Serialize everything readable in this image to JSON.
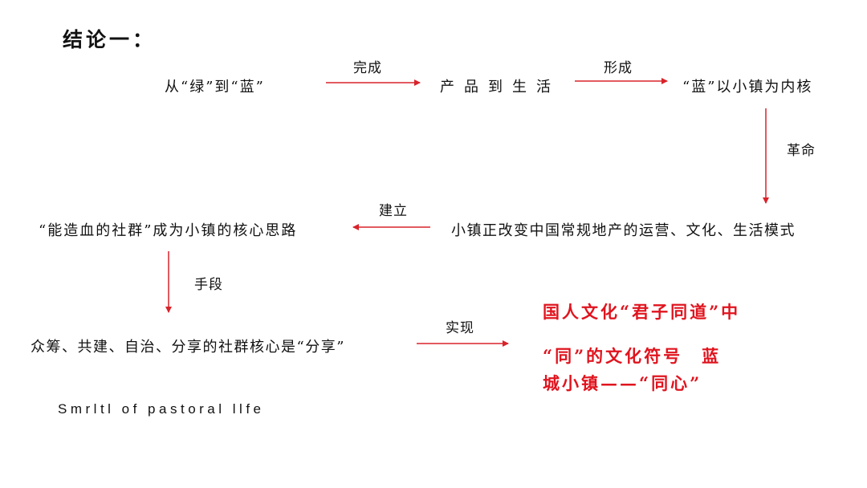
{
  "title": "结论一：",
  "nodes": {
    "green_to_blue": "从“绿”到“蓝”",
    "product_to_life": "产品到生活",
    "blue_core": "“蓝”以小镇为内核",
    "town_changing": "小镇正改变中国常规地产的运营、文化、生活模式",
    "community_core": "“能造血的社群”成为小镇的核心思路",
    "sharing_core": "众筹、共建、自治、分享的社群核心是“分享”"
  },
  "edges": {
    "complete": "完成",
    "form": "形成",
    "revolution": "革命",
    "establish": "建立",
    "means": "手段",
    "realize": "实现"
  },
  "conclusion": {
    "line1": "国人文化“君子同道”中",
    "line2": "“同”的文化符号　蓝",
    "line3": "城小镇——“同心”"
  },
  "footer_text": "Smrltl of pastoral llfe",
  "colors": {
    "arrow": "#d8232a",
    "conclusion_text": "#e0141e",
    "text": "#111111"
  }
}
